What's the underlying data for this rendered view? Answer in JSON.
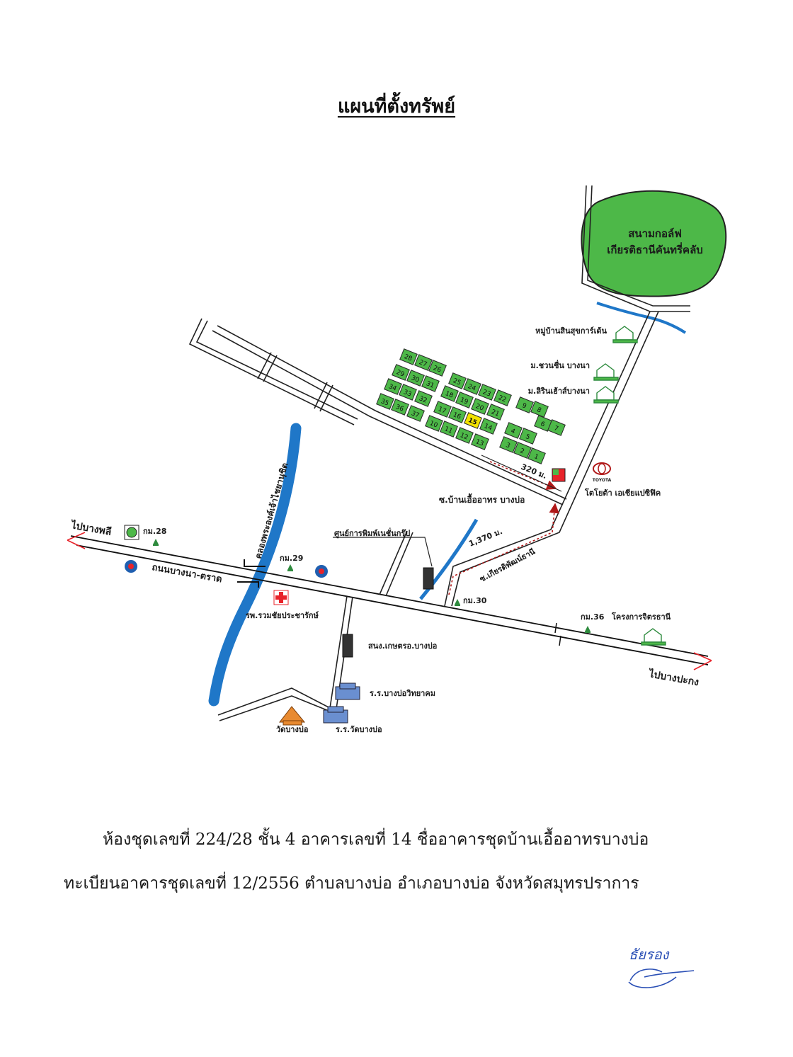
{
  "title": "แผนที่ตั้งทรัพย์",
  "labels": {
    "golf_line1": "สนามกอล์ฟ",
    "golf_line2": "เกียรติธานีคันทรี่คลับ",
    "village1": "หมู่บ้านสินสุขการ์เด้น",
    "village2": "ม.ชวนชื่น บางนา",
    "village3": "ม.ลิรินเฮ้าส์บางนา",
    "toyota_brand": "TOYOTA",
    "toyota": "โตโยต้า เอเชียแปซิฟิค",
    "soi_ban_ua": "ซ.บ้านเอื้ออาทร บางบ่อ",
    "dist_320": "320 ม.",
    "dist_1370": "1,370 ม.",
    "soi_kiat": "ซ.เกียรติพัฒน์ธานี",
    "print_center": "ศูนย์การพิมพ์เนชั่นกรุ๊ป",
    "to_bangphli": "ไปบางพลี",
    "to_bangpakong": "ไปบางปะกง",
    "km28": "กม.28",
    "km29": "กม.29",
    "km30": "กม.30",
    "km36": "กม.36",
    "project": "โครงการจิตรธานี",
    "road": "ถนนบางนา-ตราด",
    "canal": "คลองพระองค์เจ้าไชยานุชิต",
    "hospital": "รพ.รวมชัยประชารักษ์",
    "agri": "สนง.เกษตรอ.บางบ่อ",
    "school1": "ร.ร.บางบ่อวิทยาคม",
    "temple": "วัดบางบ่อ",
    "school2": "ร.ร.วัดบางบ่อ"
  },
  "buildings": [
    "1",
    "2",
    "3",
    "4",
    "5",
    "6",
    "7",
    "8",
    "9",
    "10",
    "11",
    "12",
    "13",
    "14",
    "15",
    "16",
    "17",
    "18",
    "19",
    "20",
    "21",
    "22",
    "23",
    "24",
    "25",
    "26",
    "27",
    "28",
    "29",
    "30",
    "31",
    "32",
    "33",
    "34",
    "35",
    "36",
    "37"
  ],
  "highlight_building": "15",
  "paragraph_line1": "ห้องชุดเลขที่ 224/28 ชั้น 4 อาคารเลขที่ 14 ชื่ออาคารชุดบ้านเอื้ออาทรบางบ่อ",
  "paragraph_line2": "ทะเบียนอาคารชุดเลขที่ 12/2556 ตำบลบางบ่อ อำเภอบางบ่อ จังหวัดสมุทรปราการ",
  "signature": "ธัยรอง",
  "colors": {
    "green": "#4db848",
    "river": "#1f77c8",
    "highlight": "#f2e200",
    "red": "#e8232a",
    "orange": "#e88a30"
  }
}
